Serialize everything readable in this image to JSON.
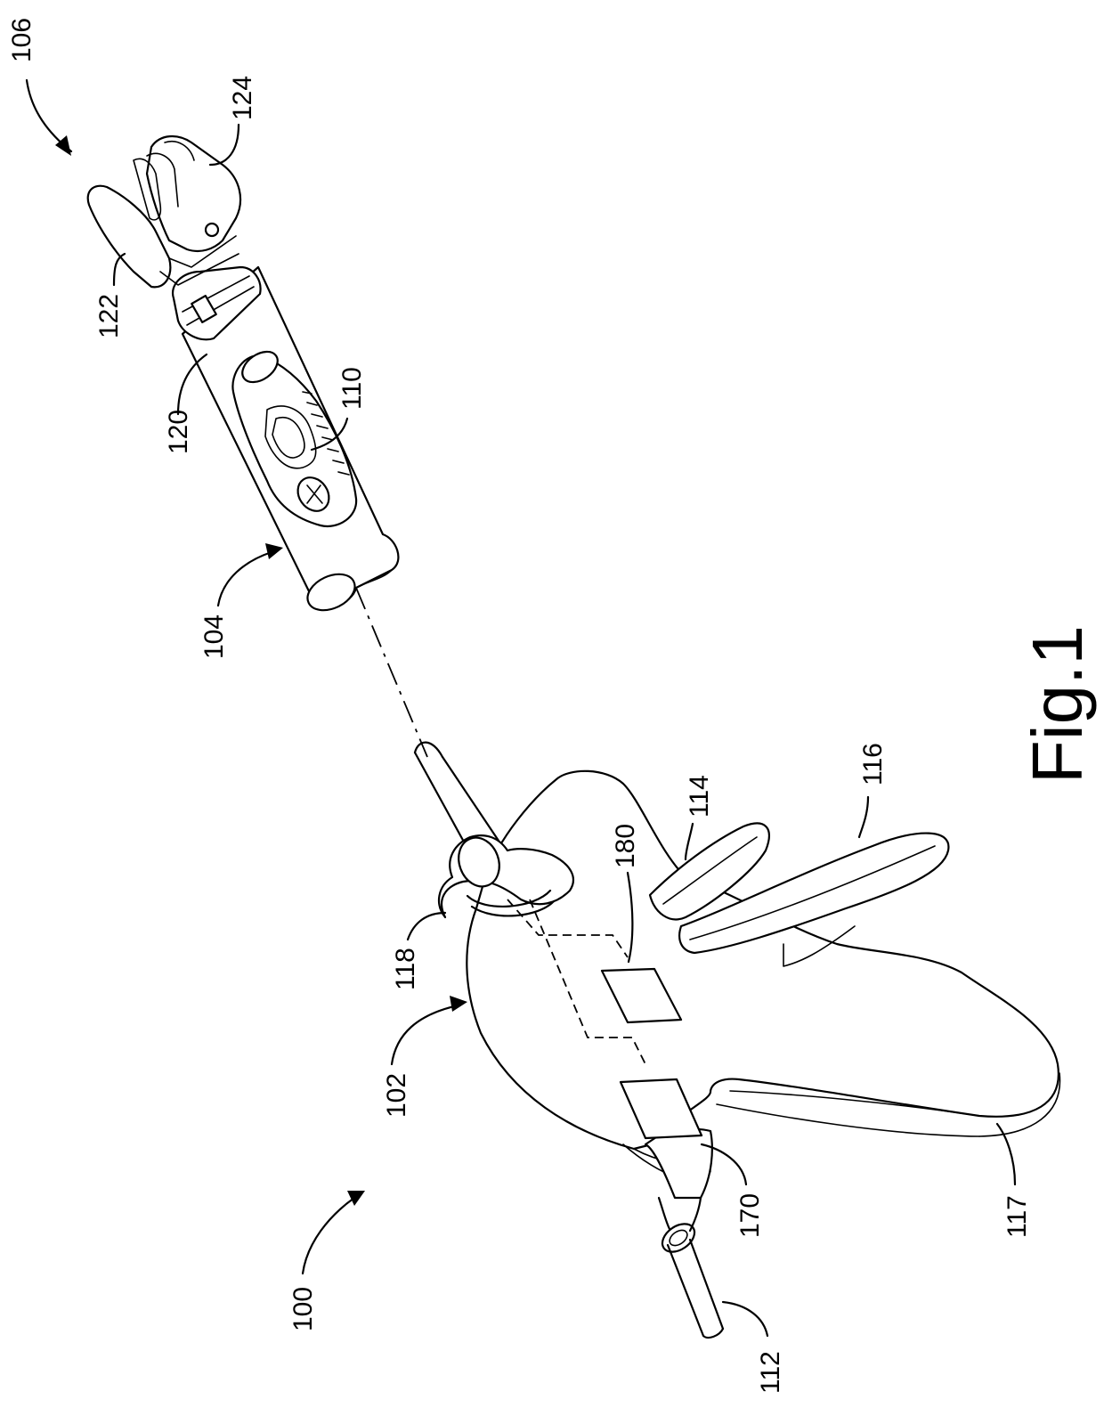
{
  "figure": {
    "caption": "Fig.1"
  },
  "labels": {
    "r100": "100",
    "r102": "102",
    "r104": "104",
    "r106": "106",
    "r110": "110",
    "r112": "112",
    "r114": "114",
    "r116": "116",
    "r117": "117",
    "r118": "118",
    "r120": "120",
    "r122": "122",
    "r124": "124",
    "r170": "170",
    "r180": "180"
  }
}
